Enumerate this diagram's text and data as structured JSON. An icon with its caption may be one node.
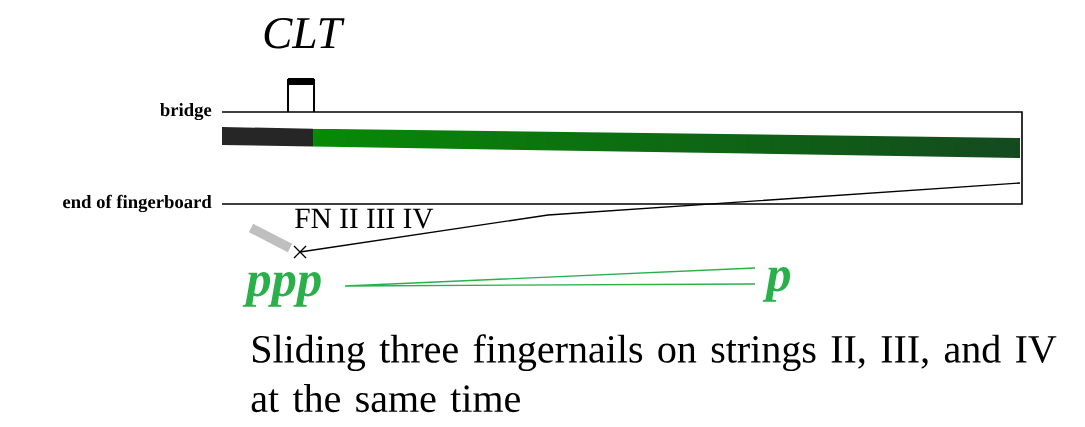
{
  "diagram": {
    "caption": "Sliding three fingernails on strings II, III, and IV at the same time",
    "labels": [
      "CLT",
      "bridge",
      "end of fingerboard",
      "FN II III IV",
      "ppp",
      "p"
    ]
  }
}
